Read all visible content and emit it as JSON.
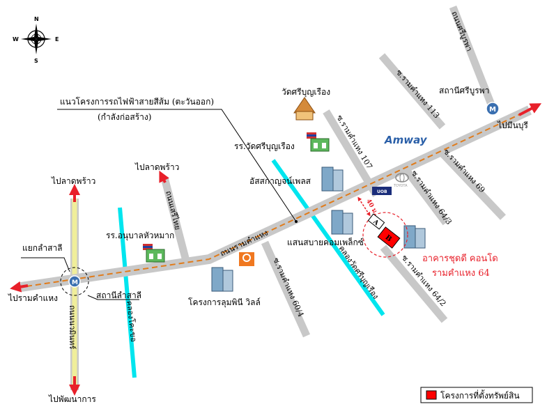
{
  "compass": {
    "n": "N",
    "s": "S",
    "e": "E",
    "w": "W"
  },
  "roads": {
    "main": "ถนนรามคำแหง",
    "sukhapiban1": "ถนนศรีบูรพา",
    "nawamin": "ถนนเสรีไทย",
    "lad_phrao_left": "ถนนนวมินทร์",
    "soi107": "ซ.รามคำแหง 107",
    "soi113": "ซ.รามคำแหง 113",
    "soi69": "ซ.รามคำแหง 69",
    "soi64_3": "ซ.รามคำแหง 64/3",
    "soi64_2": "ซ.รามคำแหง 64/2",
    "soi60_4": "ซ.รามคำแหง 60/4",
    "canal_bungluang": "คลองวัดศรีบุญเรือง",
    "canal_krachang": "คลองโคะขอ"
  },
  "labels": {
    "orange_line": "แนวโครงการรถไฟฟ้าสายสีส้ม (ตะวันออก)",
    "orange_line_sub": "(กำลังก่อสร้าง)",
    "wat": "วัดศรีบุญเรือง",
    "station_sriburapha": "สถานีศรีบูรพา",
    "to_minburi": "ไปมีนบุรี",
    "school_wat": "รร.วัดศรีบุญเรือง",
    "to_ladprao_mid": "ไปลาดพร้าว",
    "to_ladprao_left": "ไปลาดพร้าว",
    "assakan": "อัสสกาญจน์เพลส",
    "school_kindergarten": "รร.อนุบาลหัวหมาก",
    "junction_lamsali": "แยกลำสาลี",
    "station_lamsali": "สถานีลำสาลี",
    "to_ramkhamhaeng": "ไปรามคำแหง",
    "to_phatthanakan": "ไปพัฒนาการ",
    "sansabai": "แสนสบายคอมเพล็กซ์",
    "lumpini": "โครงการลุมพินี วิลล์",
    "property_line1": "อาคารชุดดี คอนโด",
    "property_line2": "รามคำแหง 64",
    "building_a": "A",
    "building_b": "B",
    "distance": "40 ม.",
    "amway": "Amway",
    "uob": "UOB",
    "toyota": "TOYOTA",
    "station_icon": "M"
  },
  "legend": {
    "label": "โครงการที่ตั้งทรัพย์สิน"
  },
  "colors": {
    "road": "#c8c8c8",
    "orange_line": "#e07b1a",
    "arrow_red": "#e8202a",
    "canal": "#00e5ee",
    "property": "#ff0000",
    "cross_road": "#f0ee9a"
  },
  "icons": {
    "compass": "compass-rose-icon",
    "station": "metro-station-icon",
    "temple": "temple-icon",
    "school": "school-flag-icon",
    "building": "building-icon",
    "bank": "uob-bank-icon",
    "car_brand": "toyota-logo-icon"
  }
}
